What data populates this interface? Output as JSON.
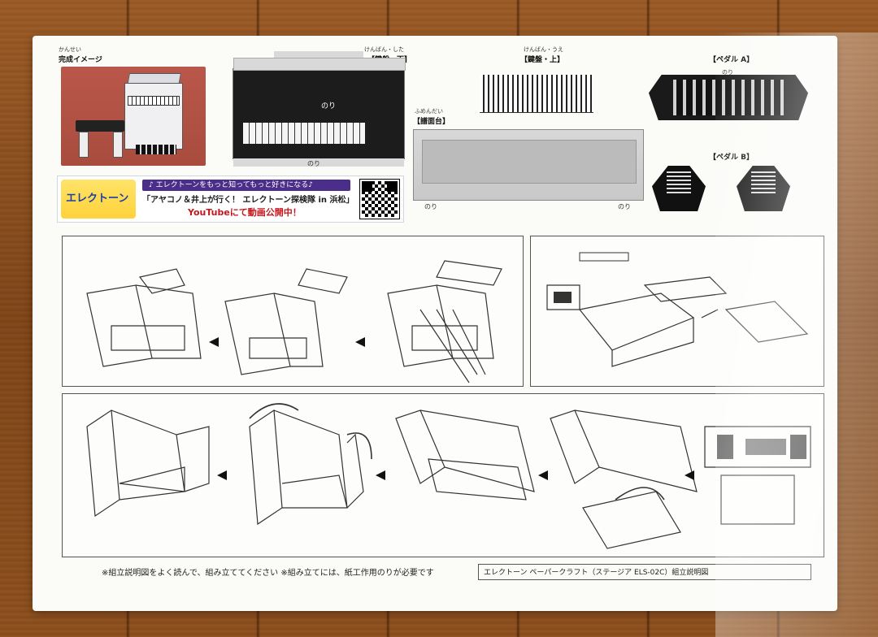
{
  "sheet": {
    "complete_image": {
      "ruby": "かんせい",
      "label": "完成イメージ"
    },
    "keyboard_lower": {
      "ruby": "けんばん・した",
      "label": "【鍵盤・下】",
      "glue_top": "のり",
      "glue_bottom": "のり"
    },
    "keyboard_upper": {
      "ruby": "けんばん・うえ",
      "label": "【鍵盤・上】"
    },
    "music_stand": {
      "ruby": "ふめんだい",
      "label": "【譜面台】",
      "glue_left": "のり",
      "glue_right": "のり"
    },
    "pedal_a": {
      "label": "【ペダル A】",
      "glue": "のり"
    },
    "pedal_b": {
      "label": "【ペダル B】"
    },
    "banner": {
      "logo": "エレクトーン",
      "line1": "♪ エレクトーンをもっと知ってもっと好きになる♪",
      "line2": "「アヤコノ＆井上が行く！ エレクトーン探検隊 in 浜松」",
      "line3": "YouTubeにて動画公開中！"
    },
    "footer": {
      "title": "エレクトーン ペーパークラフト（ステージア ELS-02C）組立説明図",
      "note": "※組立説明図をよく読んで、組み立ててください ※組み立てには、紙工作用のりが必要です"
    }
  },
  "colors": {
    "table": "#8a4d1f",
    "paper": "#fbfbf8",
    "banner_purple": "#4a2e8a",
    "banner_red": "#c4161c"
  }
}
